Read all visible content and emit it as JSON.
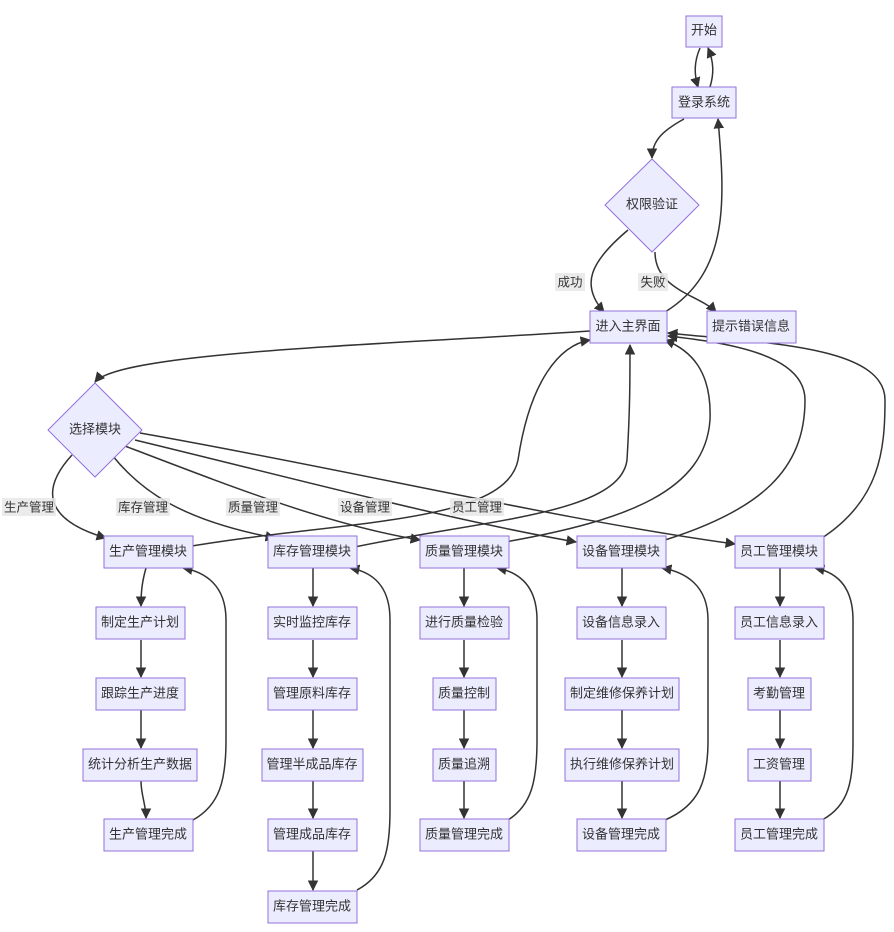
{
  "nodes": {
    "start": "开始",
    "login": "登录系统",
    "auth": "权限验证",
    "main": "进入主界面",
    "error": "提示错误信息",
    "select": "选择模块",
    "prod_module": "生产管理模块",
    "inv_module": "库存管理模块",
    "qual_module": "质量管理模块",
    "equip_module": "设备管理模块",
    "staff_module": "员工管理模块",
    "prod_1": "制定生产计划",
    "prod_2": "跟踪生产进度",
    "prod_3": "统计分析生产数据",
    "prod_done": "生产管理完成",
    "inv_1": "实时监控库存",
    "inv_2": "管理原料库存",
    "inv_3": "管理半成品库存",
    "inv_4": "管理成品库存",
    "inv_done": "库存管理完成",
    "qual_1": "进行质量检验",
    "qual_2": "质量控制",
    "qual_3": "质量追溯",
    "qual_done": "质量管理完成",
    "equip_1": "设备信息录入",
    "equip_2": "制定维修保养计划",
    "equip_3": "执行维修保养计划",
    "equip_done": "设备管理完成",
    "staff_1": "员工信息录入",
    "staff_2": "考勤管理",
    "staff_3": "工资管理",
    "staff_done": "员工管理完成"
  },
  "edge_labels": {
    "success": "成功",
    "fail": "失败",
    "prod": "生产管理",
    "inv": "库存管理",
    "qual": "质量管理",
    "equip": "设备管理",
    "staff": "员工管理"
  },
  "colors": {
    "node_fill": "#ececff",
    "node_stroke": "#9370db",
    "edge": "#333333",
    "label_bg": "#e8e8e8"
  }
}
